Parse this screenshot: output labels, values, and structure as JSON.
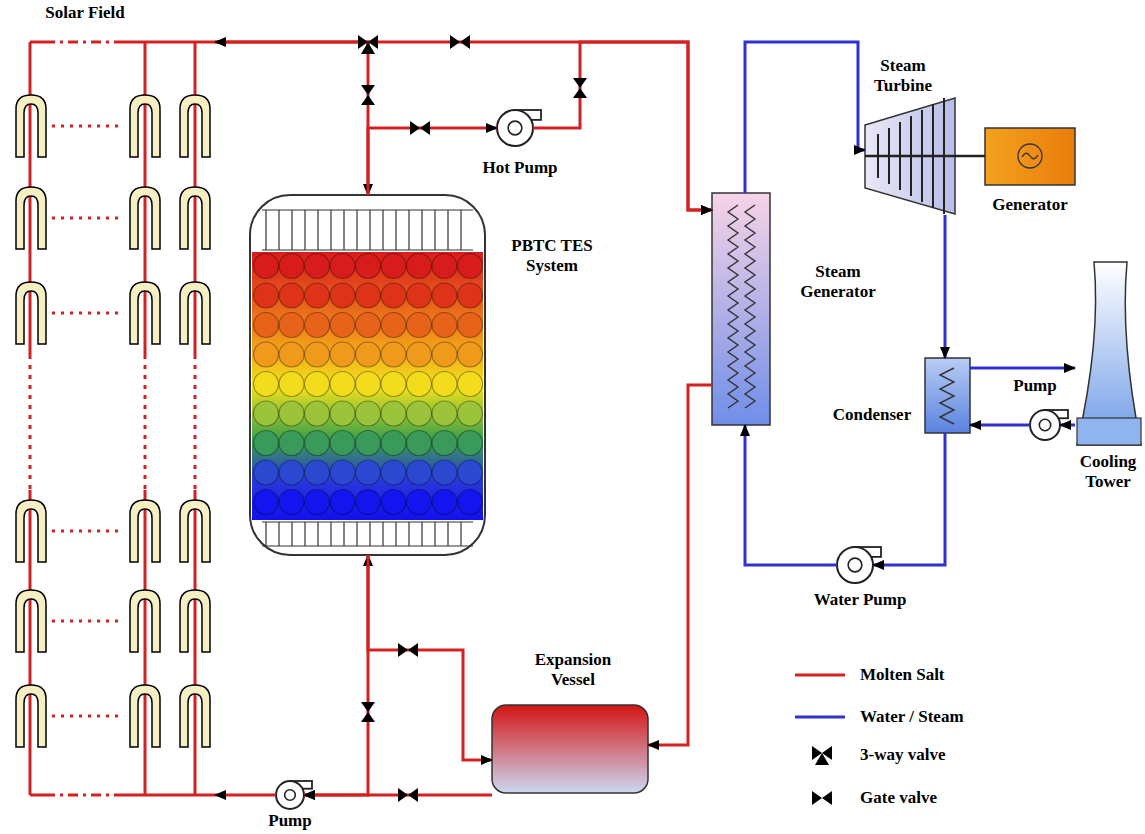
{
  "diagram": {
    "nodes": [
      {
        "text": [
          "Solar Field"
        ]
      },
      {
        "text": [
          "Hot Pump"
        ]
      },
      {
        "text": [
          "Steam Turbine"
        ]
      },
      {
        "text": [
          "Generator"
        ]
      },
      {
        "text": [
          "PBTC TES System"
        ]
      },
      {
        "text": [
          "Steam Generator"
        ]
      },
      {
        "text": [
          "Condenser"
        ]
      },
      {
        "text": [
          "Pump"
        ]
      },
      {
        "text": [
          "Cooling Tower"
        ]
      },
      {
        "text": [
          "Water Pump"
        ]
      },
      {
        "text": [
          "Expansion Vessel"
        ]
      },
      {
        "text": [
          "Pump"
        ]
      }
    ],
    "edges": [
      {
        "from": 0,
        "to": 5,
        "arrow": "to"
      },
      {
        "from": 0,
        "to": 4,
        "arrow": "both"
      },
      {
        "from": 4,
        "to": 1,
        "arrow": "to"
      },
      {
        "from": 1,
        "to": 5,
        "arrow": "to"
      },
      {
        "from": 5,
        "to": 10,
        "arrow": "to"
      },
      {
        "from": 10,
        "to": 11,
        "arrow": "to"
      },
      {
        "from": 11,
        "to": 0,
        "arrow": "to"
      },
      {
        "from": 4,
        "to": 10,
        "arrow": "both"
      },
      {
        "from": 4,
        "to": 11,
        "arrow": "to"
      },
      {
        "from": 5,
        "to": 2,
        "arrow": "to"
      },
      {
        "from": 2,
        "to": 3,
        "arrow": "none"
      },
      {
        "from": 2,
        "to": 6,
        "arrow": "to"
      },
      {
        "from": 6,
        "to": 9,
        "arrow": "to"
      },
      {
        "from": 9,
        "to": 5,
        "arrow": "to"
      },
      {
        "from": 6,
        "to": 8,
        "arrow": "to"
      },
      {
        "from": 8,
        "to": 7,
        "arrow": "to"
      },
      {
        "from": 7,
        "to": 6,
        "arrow": "to"
      }
    ],
    "legend": [
      {
        "text": "Molten Salt"
      },
      {
        "text": "Water / Steam"
      },
      {
        "text": "3-way valve"
      },
      {
        "text": "Gate valve"
      }
    ]
  }
}
